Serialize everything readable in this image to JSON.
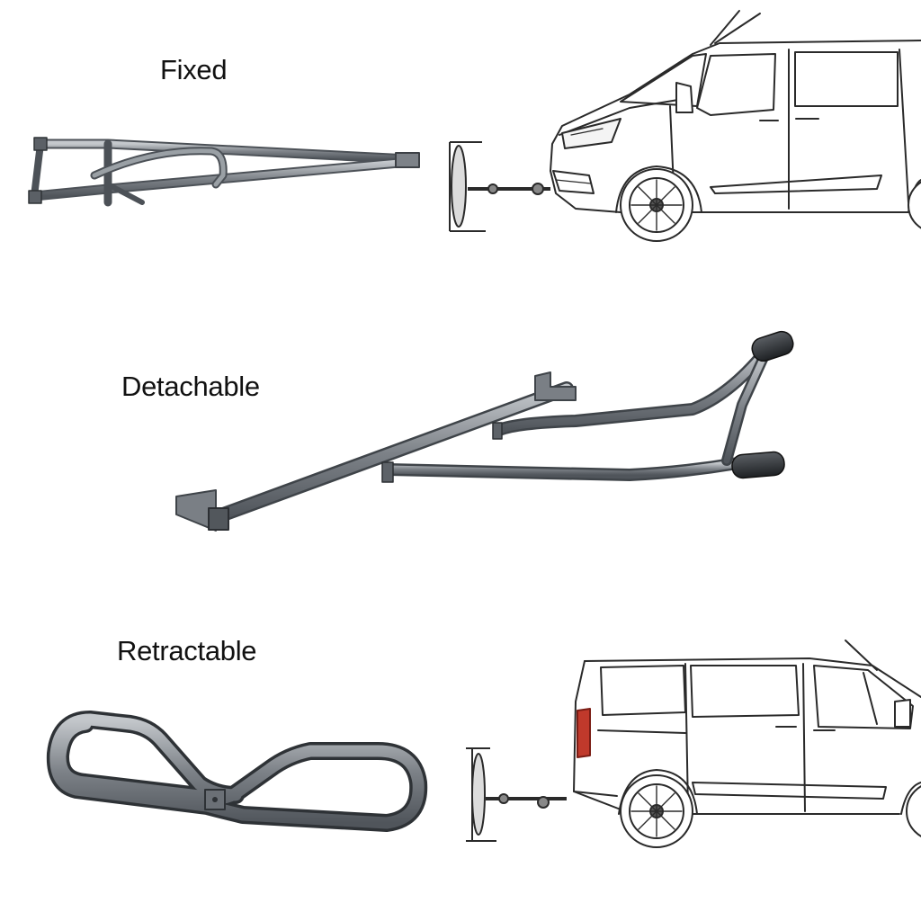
{
  "labels": {
    "fixed": "Fixed",
    "detachable": "Detachable",
    "retractable": "Retractable"
  },
  "colors": {
    "background": "#ffffff",
    "metal_dark": "#555a60",
    "metal_mid": "#8a8f95",
    "metal_light": "#c4c8cc",
    "line_art": "#2a2a2a",
    "tail_light": "#c0392b"
  }
}
